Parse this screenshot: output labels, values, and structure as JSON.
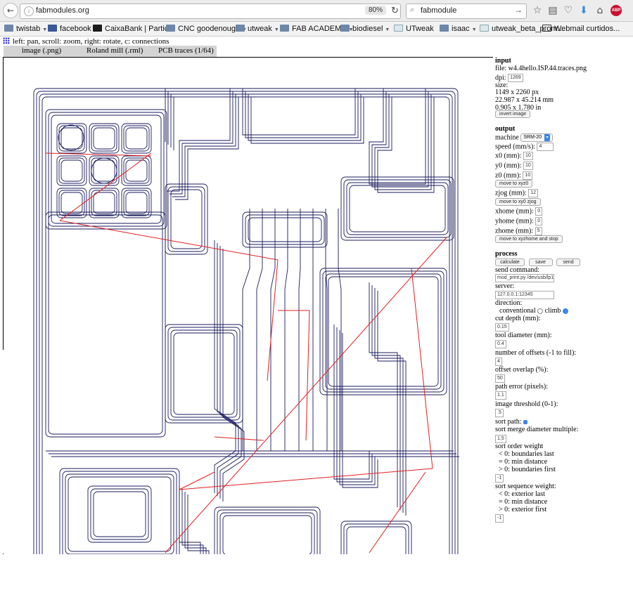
{
  "browser": {
    "url": "fabmodules.org",
    "zoom": "80%",
    "search_value": "fabmodule",
    "back_icon": "arrow-left-icon",
    "reload_icon": "reload-icon"
  },
  "bookmarks": [
    {
      "label": "twistab",
      "icon": "folder-icon",
      "has_caret": true
    },
    {
      "label": "facebook",
      "icon": "facebook-icon",
      "has_caret": false
    },
    {
      "label": "CaixaBank | Partic...",
      "icon": "caixabank-icon",
      "has_caret": false
    },
    {
      "label": "CNC goodenough",
      "icon": "folder-icon",
      "has_caret": true
    },
    {
      "label": "utweak",
      "icon": "folder-icon",
      "has_caret": true
    },
    {
      "label": "FAB ACADEMY",
      "icon": "folder-icon",
      "has_caret": true
    },
    {
      "label": "biodiesel",
      "icon": "folder-icon",
      "has_caret": true
    },
    {
      "label": "UTweak",
      "icon": "utweak-icon",
      "has_caret": false
    },
    {
      "label": "isaac",
      "icon": "folder-icon",
      "has_caret": true
    },
    {
      "label": "utweak_beta_prom...",
      "icon": "page-icon",
      "has_caret": false
    },
    {
      "label": "Webmail curtidos...",
      "icon": "mail-icon",
      "has_caret": false
    }
  ],
  "help_text": "left: pan, scroll: zoom, right: rotate, c: connections",
  "tabs": [
    "image (.png)",
    "Roland mill (.rml)",
    "PCB traces (1/64)"
  ],
  "panel": {
    "input": {
      "header": "input",
      "file": "file: w4.4hello.ISP.44.traces.png",
      "dpi_label": "dpi:",
      "dpi_value": "1269",
      "size_label": "size:",
      "size_px": "1149 x 2260 px",
      "size_mm": "22.987 x 45.214 mm",
      "size_in": "0.905 x 1.780 in",
      "invert_button": "invert image"
    },
    "output": {
      "header": "output",
      "machine_label": "machine",
      "machine_value": "SRM-20",
      "speed_label": "speed (mm/s):",
      "speed_value": "4",
      "x0_label": "x0 (mm):",
      "x0_value": "10",
      "y0_label": "y0 (mm):",
      "y0_value": "10",
      "z0_label": "z0 (mm):",
      "z0_value": "10",
      "move_xyz0_button": "move to xyz0",
      "zjog_label": "zjog (mm):",
      "zjog_value": "12",
      "move_xy0_button": "move to xy0 zjog",
      "xhome_label": "xhome (mm):",
      "xhome_value": "0",
      "yhome_label": "yhome (mm):",
      "yhome_value": "0",
      "zhome_label": "zhome (mm):",
      "zhome_value": "5",
      "move_home_button": "move to xyzhome and stop"
    },
    "process": {
      "header": "process",
      "calculate_button": "calculate",
      "save_button": "save",
      "send_button": "send",
      "send_command_label": "send command:",
      "send_command_value": "mod_print.py /dev/usb/lp1",
      "server_label": "server:",
      "server_value": "127.0.0.1:12345",
      "direction_label": "direction:",
      "conventional_label": "conventional",
      "climb_label": "climb",
      "cut_depth_label": "cut depth (mm):",
      "cut_depth_value": "0.15",
      "tool_diameter_label": "tool diameter (mm):",
      "tool_diameter_value": "0.4",
      "offsets_label": "number of offsets (-1 to fill):",
      "offsets_value": "4",
      "overlap_label": "offset overlap (%):",
      "overlap_value": "50",
      "path_error_label": "path error (pixels):",
      "path_error_value": "1.1",
      "threshold_label": "image threshold (0-1):",
      "threshold_value": ".5",
      "sort_path_label": "sort path:",
      "merge_label": "sort merge diameter multiple:",
      "merge_value": "1.5",
      "order_weight_label": "sort order weight",
      "order_lt": "< 0: boundaries last",
      "order_eq": "= 0: min distance",
      "order_gt": "> 0: boundaries first",
      "order_weight_value": "-1",
      "sequence_weight_label": "sort sequence weight:",
      "seq_lt": "< 0: exterior last",
      "seq_eq": "= 0: min distance",
      "seq_gt": "> 0: exterior first",
      "sequence_weight_value": "-1"
    }
  },
  "colors": {
    "toolpath": "#1a1a5c",
    "connection": "#e02020",
    "accent": "#3c86e8"
  }
}
